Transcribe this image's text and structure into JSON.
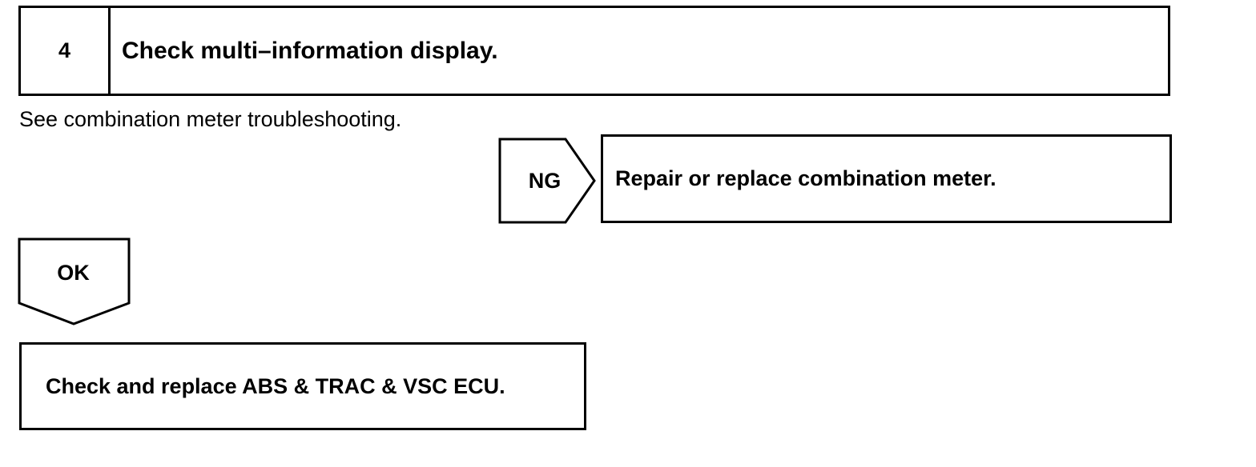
{
  "step": {
    "number": "4",
    "title": "Check multi–information display."
  },
  "note": "See combination meter troubleshooting.",
  "ng_branch": {
    "label": "NG",
    "action": "Repair or replace combination meter."
  },
  "ok_branch": {
    "label": "OK",
    "action": "Check and replace ABS & TRAC & VSC ECU."
  }
}
